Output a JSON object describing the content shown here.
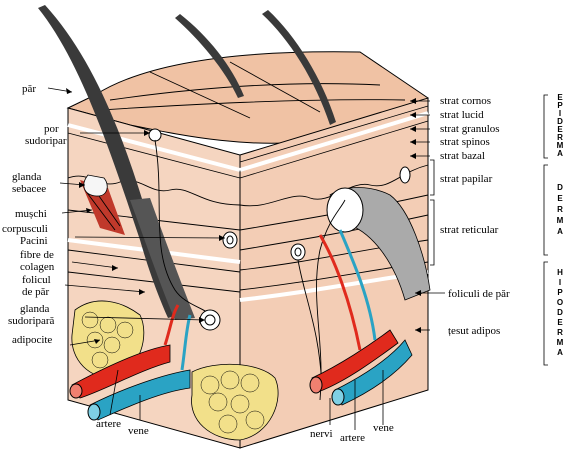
{
  "labels_left": {
    "par": "păr",
    "por_1": "por",
    "por_2": "sudoripar",
    "glanda_sebacee_1": "glanda",
    "glanda_sebacee_2": "sebacee",
    "muschi": "mușchi",
    "corpusculi_1": "corpusculi",
    "corpusculi_2": "Pacini",
    "fibre_1": "fibre de",
    "fibre_2": "colagen",
    "folicul_1": "folicul",
    "folicul_2": "de păr",
    "glanda_sud_1": "glanda",
    "glanda_sud_2": "sudoripară",
    "adipocite": "adipocite"
  },
  "labels_right": {
    "strat_cornos": "strat cornos",
    "strat_lucid": "strat lucid",
    "strat_granulos": "strat granulos",
    "strat_spinos": "strat spinos",
    "strat_bazal": "strat bazal",
    "strat_papilar": "strat papilar",
    "strat_reticular": "strat reticular",
    "foliculi_de_par": "foliculi de păr",
    "tesut_adipos": "țesut adipos"
  },
  "labels_bottom": {
    "artere_left": "artere",
    "vene_left": "vene",
    "nervi": "nervi",
    "artere_right": "artere",
    "vene_right": "vene"
  },
  "layers_vertical": {
    "epiderma": [
      "E",
      "P",
      "I",
      "D",
      "E",
      "R",
      "M",
      "A"
    ],
    "derma": [
      "D",
      "E",
      "R",
      "M",
      "A"
    ],
    "hipoderma": [
      "H",
      "I",
      "P",
      "O",
      "D",
      "E",
      "R",
      "M",
      "A"
    ]
  },
  "colors": {
    "skin_top": "#f0c2a4",
    "skin_side": "#f5d5c0",
    "skin_dark": "#e8b595",
    "artery": "#e02a1d",
    "vein": "#2aa3c4",
    "fat": "#f2e08a",
    "hair": "#333333",
    "muscle": "#c0392b"
  }
}
